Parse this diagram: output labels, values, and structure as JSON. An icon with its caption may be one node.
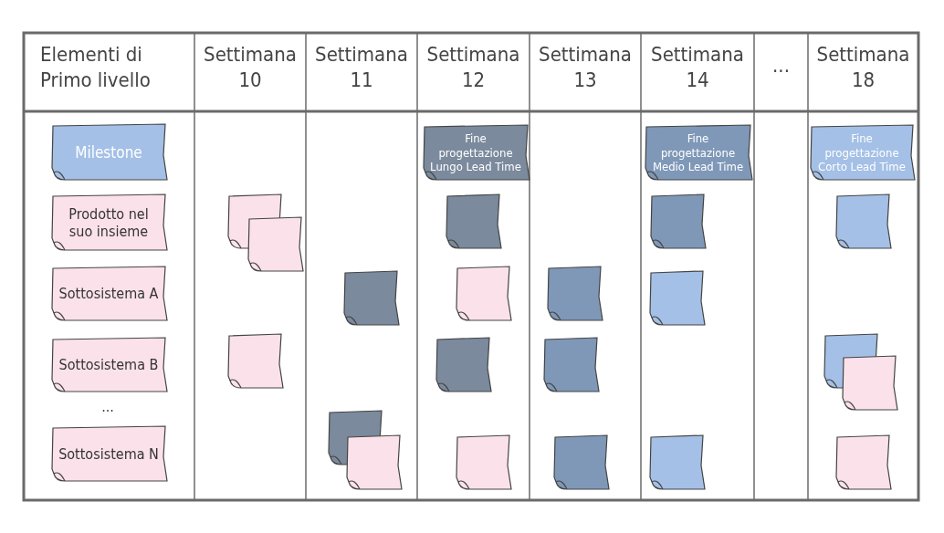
{
  "diagram": {
    "nodes": [
      {
        "text": [
          "Milestone"
        ]
      },
      {
        "text": [
          "Fine progettazione Lungo Lead Time"
        ]
      },
      {
        "text": [
          "Fine progettazione Medio Lead Time"
        ]
      },
      {
        "text": [
          "Fine progettazione Corto Lead Time"
        ]
      },
      {
        "text": [
          "Prodotto nel suo insieme"
        ]
      },
      {
        "text": [],
        "shape": "box"
      },
      {
        "text": [],
        "shape": "box"
      },
      {
        "text": [],
        "shape": "box"
      },
      {
        "text": [],
        "shape": "box"
      },
      {
        "text": [],
        "shape": "box"
      },
      {
        "text": [
          "Sottosistema A"
        ]
      },
      {
        "text": [],
        "shape": "box"
      },
      {
        "text": [],
        "shape": "box"
      },
      {
        "text": [],
        "shape": "box"
      },
      {
        "text": [],
        "shape": "box"
      },
      {
        "text": [
          "Sottosistema B"
        ]
      },
      {
        "text": [],
        "shape": "box"
      },
      {
        "text": [],
        "shape": "box"
      },
      {
        "text": [],
        "shape": "box"
      },
      {
        "text": [],
        "shape": "box"
      },
      {
        "text": [],
        "shape": "box"
      },
      {
        "text": [
          "Sottosistema N"
        ]
      },
      {
        "text": [],
        "shape": "box"
      },
      {
        "text": [],
        "shape": "box"
      },
      {
        "text": [],
        "shape": "box"
      },
      {
        "text": [],
        "shape": "box"
      },
      {
        "text": [],
        "shape": "box"
      },
      {
        "text": [],
        "shape": "box"
      }
    ],
    "labels": [
      "Elementi di Primo livello",
      "Settimana 10",
      "Settimana 11",
      "Settimana 12",
      "Settimana 13",
      "Settimana 14",
      "...",
      "Settimana 18",
      "..."
    ]
  }
}
